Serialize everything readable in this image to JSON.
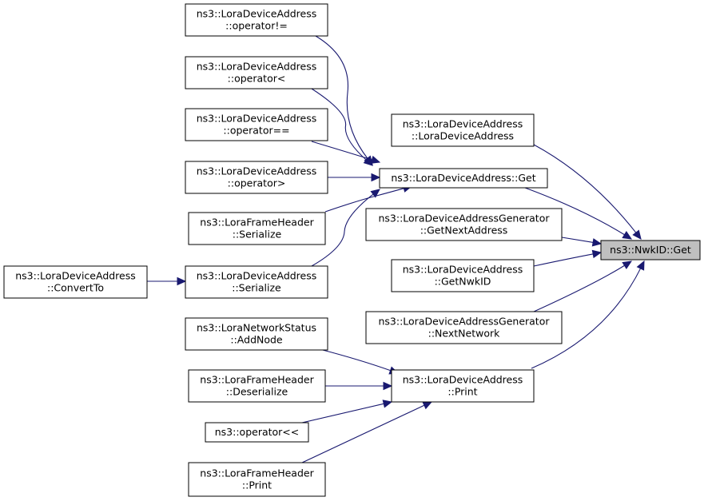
{
  "diagram": {
    "title": "",
    "nodes": [
      {
        "id": "op_ne",
        "lines": [
          "ns3::LoraDeviceAddress",
          "::operator!="
        ]
      },
      {
        "id": "op_lt",
        "lines": [
          "ns3::LoraDeviceAddress",
          "::operator<"
        ]
      },
      {
        "id": "op_eq",
        "lines": [
          "ns3::LoraDeviceAddress",
          "::operator=="
        ]
      },
      {
        "id": "op_gt",
        "lines": [
          "ns3::LoraDeviceAddress",
          "::operator>"
        ]
      },
      {
        "id": "fh_ser",
        "lines": [
          "ns3::LoraFrameHeader",
          "::Serialize"
        ]
      },
      {
        "id": "convert",
        "lines": [
          "ns3::LoraDeviceAddress",
          "::ConvertTo"
        ]
      },
      {
        "id": "lda_ser",
        "lines": [
          "ns3::LoraDeviceAddress",
          "::Serialize"
        ]
      },
      {
        "id": "ns_add",
        "lines": [
          "ns3::LoraNetworkStatus",
          "::AddNode"
        ]
      },
      {
        "id": "fh_deser",
        "lines": [
          "ns3::LoraFrameHeader",
          "::Deserialize"
        ]
      },
      {
        "id": "op_out",
        "lines": [
          "ns3::operator<<"
        ]
      },
      {
        "id": "fh_print",
        "lines": [
          "ns3::LoraFrameHeader",
          "::Print"
        ]
      },
      {
        "id": "lda_ctor",
        "lines": [
          "ns3::LoraDeviceAddress",
          "::LoraDeviceAddress"
        ]
      },
      {
        "id": "lda_get",
        "lines": [
          "ns3::LoraDeviceAddress::Get"
        ]
      },
      {
        "id": "gen_next",
        "lines": [
          "ns3::LoraDeviceAddressGenerator",
          "::GetNextAddress"
        ]
      },
      {
        "id": "lda_nwkid",
        "lines": [
          "ns3::LoraDeviceAddress",
          "::GetNwkID"
        ]
      },
      {
        "id": "gen_nextnet",
        "lines": [
          "ns3::LoraDeviceAddressGenerator",
          "::NextNetwork"
        ]
      },
      {
        "id": "lda_print",
        "lines": [
          "ns3::LoraDeviceAddress",
          "::Print"
        ]
      },
      {
        "id": "nwk_get",
        "lines": [
          "ns3::NwkID::Get"
        ],
        "focus": true
      }
    ],
    "edges": [
      {
        "from": "op_ne",
        "to": "lda_get"
      },
      {
        "from": "op_lt",
        "to": "lda_get"
      },
      {
        "from": "op_eq",
        "to": "lda_get"
      },
      {
        "from": "op_gt",
        "to": "lda_get"
      },
      {
        "from": "fh_ser",
        "to": "lda_get"
      },
      {
        "from": "lda_ser",
        "to": "lda_get"
      },
      {
        "from": "convert",
        "to": "lda_ser"
      },
      {
        "from": "ns_add",
        "to": "lda_print"
      },
      {
        "from": "fh_deser",
        "to": "lda_print"
      },
      {
        "from": "op_out",
        "to": "lda_print"
      },
      {
        "from": "fh_print",
        "to": "lda_print"
      },
      {
        "from": "lda_ctor",
        "to": "nwk_get"
      },
      {
        "from": "lda_get",
        "to": "nwk_get"
      },
      {
        "from": "gen_next",
        "to": "nwk_get"
      },
      {
        "from": "lda_nwkid",
        "to": "nwk_get"
      },
      {
        "from": "gen_nextnet",
        "to": "nwk_get"
      },
      {
        "from": "lda_print",
        "to": "nwk_get"
      }
    ],
    "colors": {
      "edge": "#191970",
      "focus_fill": "#bfbfbf",
      "box_stroke": "#000000"
    }
  }
}
